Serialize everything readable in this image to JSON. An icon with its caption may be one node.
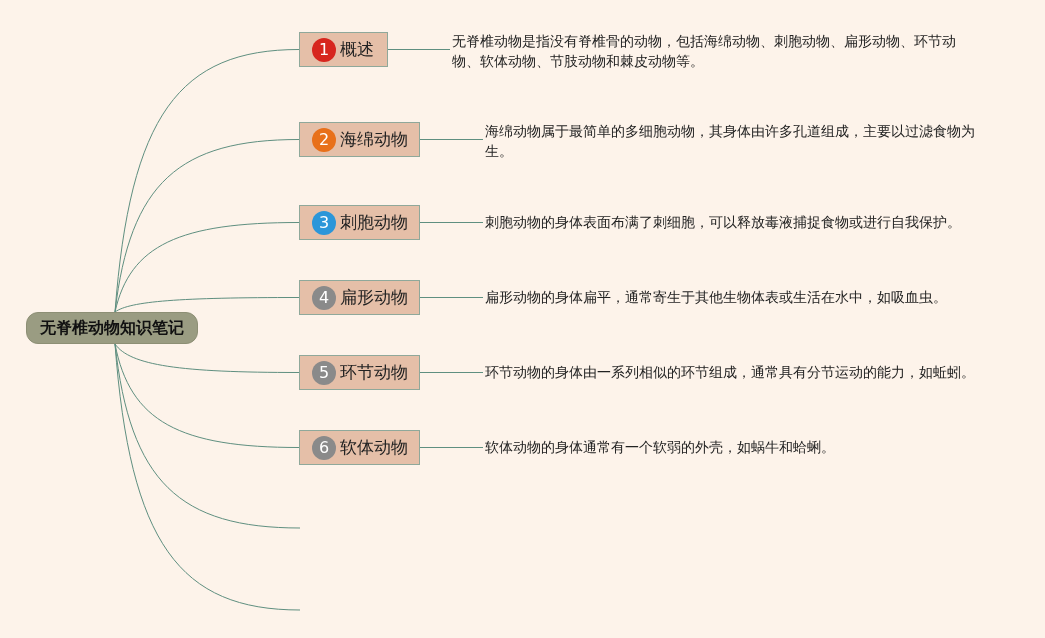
{
  "diagram": {
    "nodes": [
      {
        "text": [
          "无脊椎动物知识笔记"
        ]
      },
      {
        "text": [
          "1",
          "概述"
        ]
      },
      {
        "text": [
          "2",
          "海绵动物"
        ]
      },
      {
        "text": [
          "3",
          "刺胞动物"
        ]
      },
      {
        "text": [
          "4",
          "扁形动物"
        ]
      },
      {
        "text": [
          "5",
          "环节动物"
        ]
      },
      {
        "text": [
          "6",
          "软体动物"
        ]
      },
      {
        "text": [
          "无脊椎动物是指没有脊椎骨的动物，包括海绵动物、刺胞动物、扁形动物、环节动物、软体动物、节肢动物和棘皮动物等。"
        ]
      },
      {
        "text": [
          "海绵动物属于最简单的多细胞动物，其身体由许多孔道组成，主要以过滤食物为生。"
        ]
      },
      {
        "text": [
          "刺胞动物的身体表面布满了刺细胞，可以释放毒液捕捉食物或进行自我保护。"
        ]
      },
      {
        "text": [
          "扁形动物的身体扁平，通常寄生于其他生物体表或生活在水中，如吸血虫。"
        ]
      },
      {
        "text": [
          "环节动物的身体由一系列相似的环节组成，通常具有分节运动的能力，如蚯蚓。"
        ]
      },
      {
        "text": [
          "软体动物的身体通常有一个软弱的外壳，如蜗牛和蛤蜊。"
        ]
      }
    ],
    "edges": [
      {
        "from": 0,
        "to": 1,
        "arrow": "none"
      },
      {
        "from": 0,
        "to": 2,
        "arrow": "none"
      },
      {
        "from": 0,
        "to": 3,
        "arrow": "none"
      },
      {
        "from": 0,
        "to": 4,
        "arrow": "none"
      },
      {
        "from": 0,
        "to": 5,
        "arrow": "none"
      },
      {
        "from": 0,
        "to": 6,
        "arrow": "none"
      },
      {
        "from": 0,
        "to": null,
        "arrow": "none"
      },
      {
        "from": 0,
        "to": null,
        "arrow": "none"
      },
      {
        "from": 1,
        "to": 7,
        "arrow": "none"
      },
      {
        "from": 2,
        "to": 8,
        "arrow": "none"
      },
      {
        "from": 3,
        "to": 9,
        "arrow": "none"
      },
      {
        "from": 4,
        "to": 10,
        "arrow": "none"
      },
      {
        "from": 5,
        "to": 11,
        "arrow": "none"
      },
      {
        "from": 6,
        "to": 12,
        "arrow": "none"
      }
    ]
  }
}
